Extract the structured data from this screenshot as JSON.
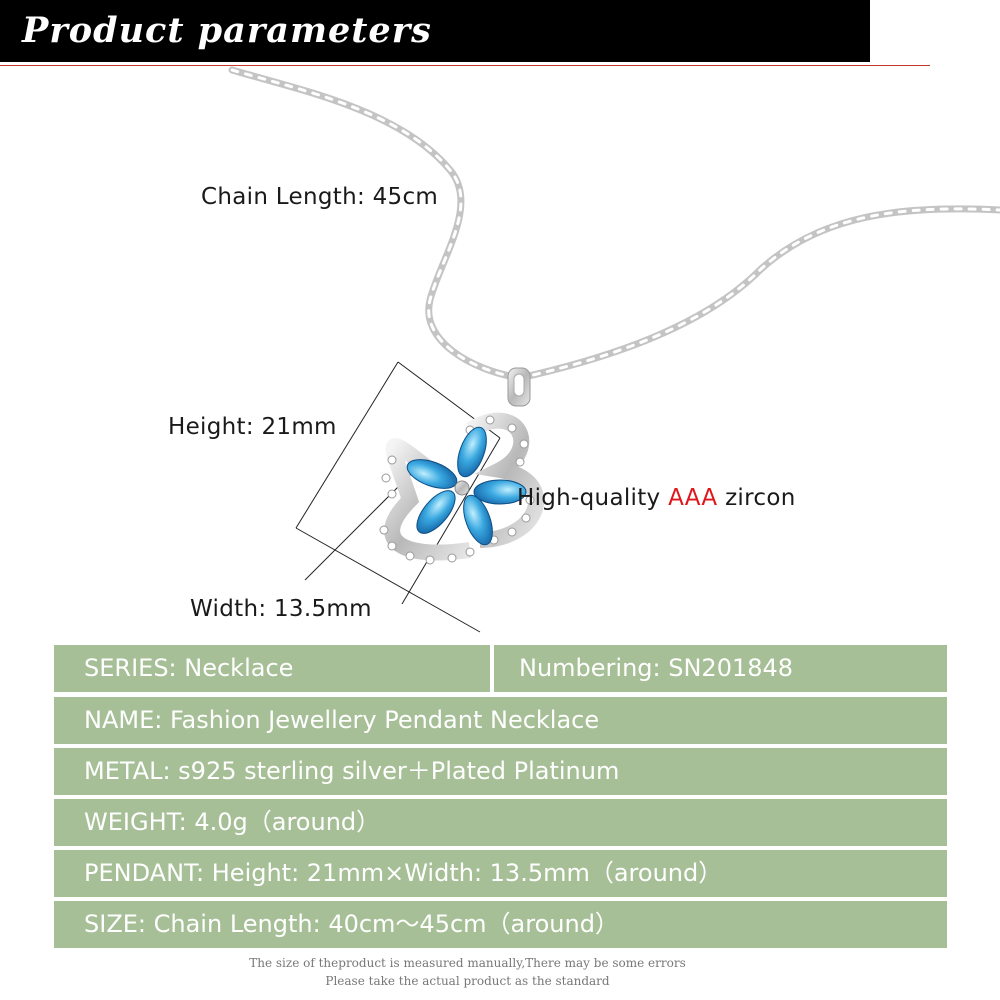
{
  "header": {
    "title": "Product parameters"
  },
  "callouts": {
    "chain_length": "Chain Length: 45cm",
    "height": "Height: 21mm",
    "width": "Width: 13.5mm",
    "zircon_prefix": "High-quality ",
    "zircon_highlight": "AAA",
    "zircon_suffix": " zircon"
  },
  "specs": {
    "series": "SERIES: Necklace",
    "numbering": "Numbering: SN201848",
    "name": "NAME: Fashion Jewellery Pendant Necklace",
    "metal": "METAL: s925 sterling silver＋Plated Platinum",
    "weight": "WEIGHT: 4.0g（around）",
    "pendant": "PENDANT: Height: 21mm×Width: 13.5mm（around）",
    "size": "SIZE: Chain Length: 40cm～45cm（around）"
  },
  "footnote": {
    "line1": "The size of theproduct is measured manually,There may be some errors",
    "line2": "Please take the actual product as the standard"
  },
  "colors": {
    "table_bg": "#a6bf96",
    "highlight": "#e0161b",
    "gem": "#3aa8e0",
    "header_bg": "#000000"
  }
}
